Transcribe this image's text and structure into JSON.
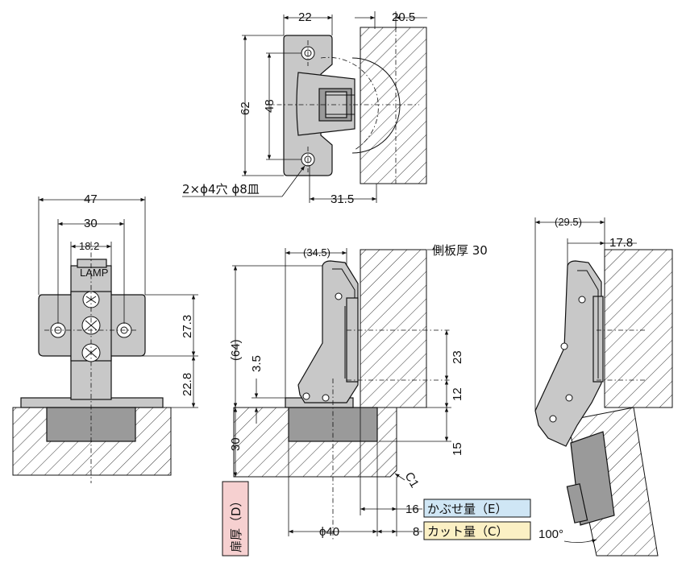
{
  "top_view": {
    "dim_width": "22",
    "dim_offset": "20.5",
    "dim_height": "62",
    "dim_hole_pitch": "48",
    "dim_depth": "31.5",
    "hole_note": "2×ϕ4穴 ϕ8皿"
  },
  "front_view": {
    "dim_width_outer": "47",
    "dim_width_mid": "30",
    "dim_width_inner": "18.2",
    "dim_height_upper": "27.3",
    "dim_height_lower": "22.8",
    "logo_text": "LAMP"
  },
  "side_view": {
    "dim_arm": "(34.5)",
    "side_panel_label": "側板厚 30",
    "dim_total": "(64)",
    "dim_small": "3.5",
    "dim_23": "23",
    "dim_12": "12",
    "dim_15": "15",
    "dim_door": "30",
    "chamfer": "C1",
    "dim_overlay": "16",
    "dim_cut": "8",
    "dim_bore": "ϕ40",
    "label_overlay": "かぶせ量（E）",
    "label_cut": "カット量（C）",
    "label_door": "扉厚（D）"
  },
  "open_view": {
    "dim_arm": "(29.5)",
    "dim_offset": "17.8",
    "angle": "100°"
  },
  "colors": {
    "part": "#c8c8c8",
    "overlay_box": "#cfe6f5",
    "cut_box": "#fbf0c4",
    "door_box": "#f6d0d0"
  }
}
